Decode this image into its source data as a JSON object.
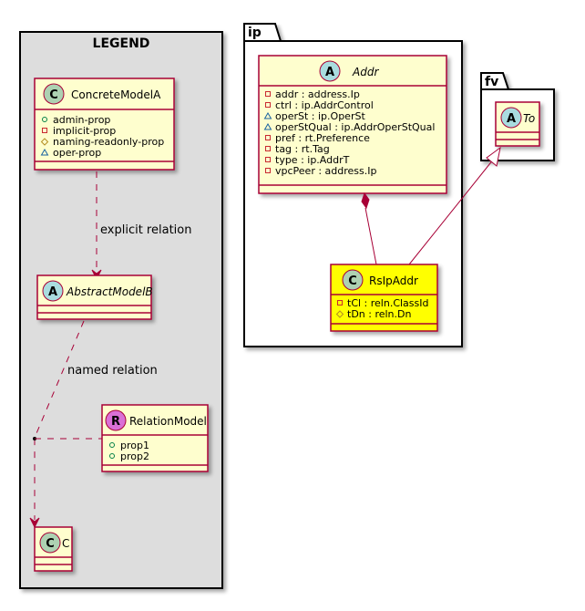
{
  "legend": {
    "title": "LEGEND",
    "concrete_model": {
      "name": "ConcreteModelA",
      "badge": "C",
      "badge_color": "#ADD1B2",
      "attributes": [
        {
          "vis": "public",
          "text": "admin-prop"
        },
        {
          "vis": "private",
          "text": "implicit-prop"
        },
        {
          "vis": "protected",
          "text": "naming-readonly-prop"
        },
        {
          "vis": "package",
          "text": "oper-prop"
        }
      ]
    },
    "abstract_model": {
      "name": "AbstractModelB",
      "badge": "A",
      "badge_color": "#A9DCDF"
    },
    "relation_model": {
      "name": "RelationModel",
      "badge": "R",
      "badge_color": "#DA70D6",
      "attributes": [
        {
          "vis": "public",
          "text": "prop1"
        },
        {
          "vis": "public",
          "text": "prop2"
        }
      ]
    },
    "c_model": {
      "name": "C",
      "badge": "C",
      "badge_color": "#ADD1B2"
    },
    "explicit_relation_label": "explicit relation",
    "named_relation_label": "named relation"
  },
  "packages": {
    "ip": {
      "name": "ip",
      "addr": {
        "name": "Addr",
        "badge": "A",
        "badge_color": "#A9DCDF",
        "attributes": [
          {
            "vis": "private",
            "text": "addr : address.Ip"
          },
          {
            "vis": "private",
            "text": "ctrl : ip.AddrControl"
          },
          {
            "vis": "package",
            "text": "operSt : ip.OperSt"
          },
          {
            "vis": "package",
            "text": "operStQual : ip.AddrOperStQual"
          },
          {
            "vis": "private",
            "text": "pref : rt.Preference"
          },
          {
            "vis": "private",
            "text": "tag : rt.Tag"
          },
          {
            "vis": "private",
            "text": "type : ip.AddrT"
          },
          {
            "vis": "private",
            "text": "vpcPeer : address.Ip"
          }
        ]
      },
      "rsipaddr": {
        "name": "RsIpAddr",
        "badge": "C",
        "badge_color": "#ADD1B2",
        "highlight_color": "#FFFF00",
        "attributes": [
          {
            "vis": "private",
            "text": "tCl : reln.ClassId"
          },
          {
            "vis": "protected",
            "text": "tDn : reln.Dn"
          }
        ]
      }
    },
    "fv": {
      "name": "fv",
      "to": {
        "name": "To",
        "badge": "A",
        "badge_color": "#A9DCDF"
      }
    }
  }
}
